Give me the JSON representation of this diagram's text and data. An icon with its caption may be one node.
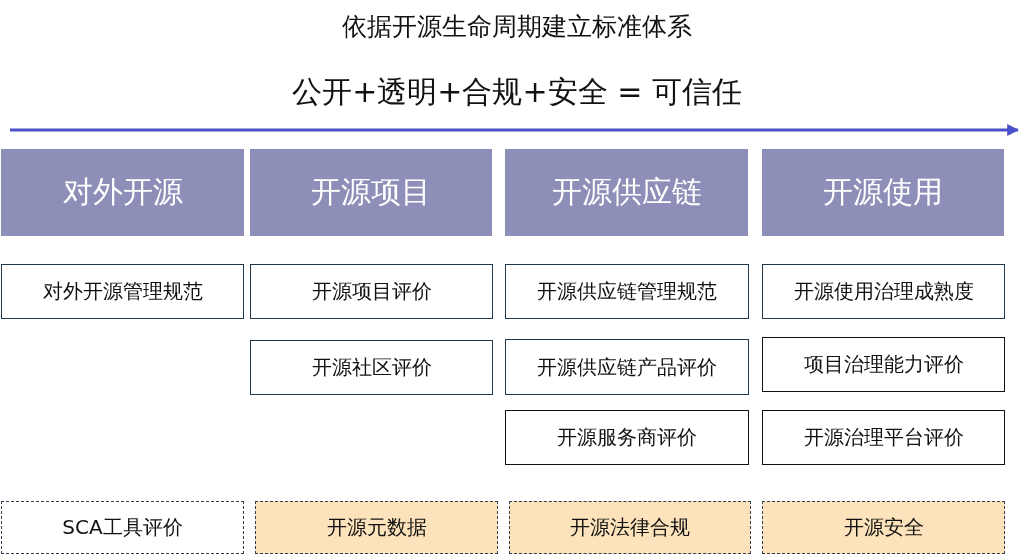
{
  "diagram": {
    "title": "依据开源生命周期建立标准体系",
    "nodes": [
      {
        "text": [
          "对外开源"
        ]
      },
      {
        "text": [
          "开源项目"
        ]
      },
      {
        "text": [
          "开源供应链"
        ]
      },
      {
        "text": [
          "开源使用"
        ]
      },
      {
        "text": [
          "对外开源管理规范"
        ]
      },
      {
        "text": [
          "开源项目评价"
        ]
      },
      {
        "text": [
          "开源供应链管理规范"
        ]
      },
      {
        "text": [
          "开源使用治理成熟度"
        ]
      },
      {
        "text": [
          "开源社区评价"
        ]
      },
      {
        "text": [
          "开源供应链产品评价"
        ]
      },
      {
        "text": [
          "项目治理能力评价"
        ]
      },
      {
        "text": [
          "开源服务商评价"
        ]
      },
      {
        "text": [
          "开源治理平台评价"
        ]
      },
      {
        "text": [
          "SCA工具评价"
        ]
      },
      {
        "text": [
          "开源元数据"
        ]
      },
      {
        "text": [
          "开源法律合规"
        ]
      },
      {
        "text": [
          "开源安全"
        ]
      }
    ],
    "labels": [
      "公开+透明+合规+安全 = 可信任"
    ]
  }
}
